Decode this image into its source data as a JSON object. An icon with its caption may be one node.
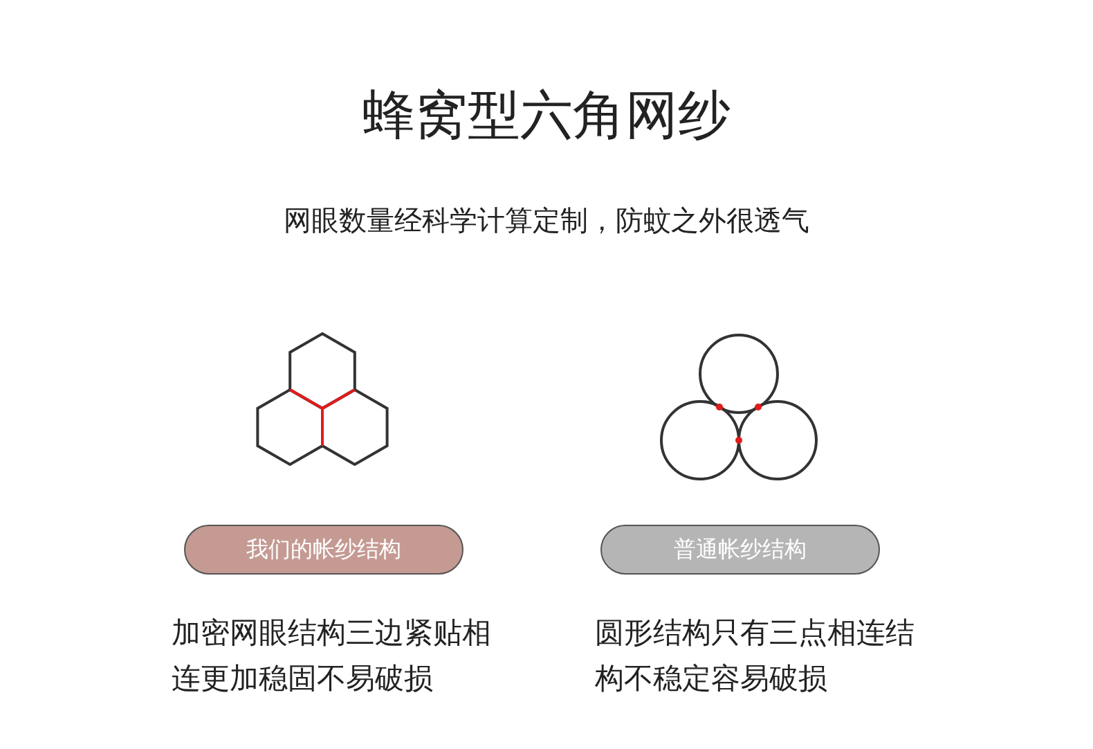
{
  "diagram": {
    "title": "蜂窝型六角网纱",
    "nodes": [
      {
        "text": [
          "我们的帐纱结构"
        ]
      },
      {
        "text": [
          "普通帐纱结构"
        ]
      }
    ],
    "labels": [
      "网眼数量经科学计算定制，防蚊之外很透气",
      "加密网眼结构三边紧贴相连更加稳固不易破损",
      "圆形结构只有三点相连结构不稳定容易破损"
    ]
  }
}
